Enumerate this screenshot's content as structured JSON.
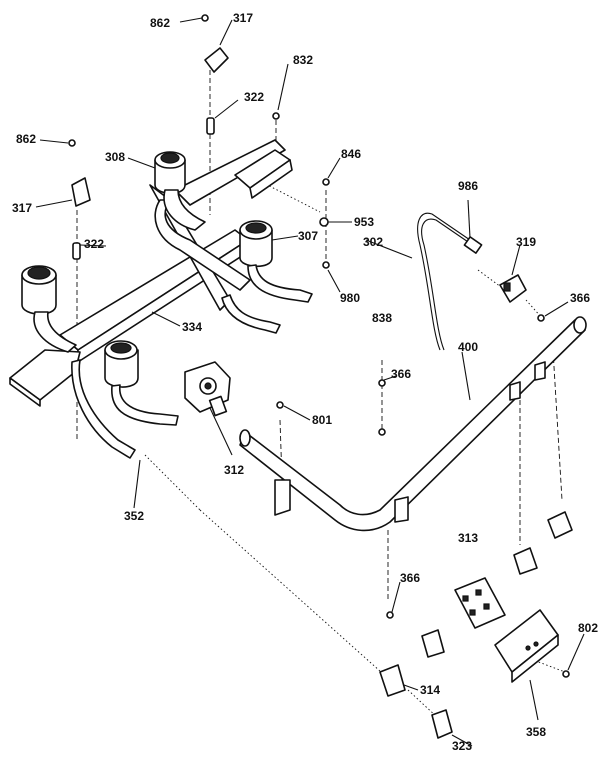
{
  "labels": {
    "l862a": "862",
    "l317a": "317",
    "l832": "832",
    "l322a": "322",
    "l862b": "862",
    "l308": "308",
    "l846": "846",
    "l986": "986",
    "l317b": "317",
    "l953": "953",
    "l307": "307",
    "l302": "302",
    "l322b": "322",
    "l319": "319",
    "l980": "980",
    "l366a": "366",
    "l838": "838",
    "l334": "334",
    "l400": "400",
    "l366b": "366",
    "l801": "801",
    "l312": "312",
    "l352": "352",
    "l313": "313",
    "l366c": "366",
    "l802": "802",
    "l314": "314",
    "l358": "358",
    "l323": "323"
  }
}
